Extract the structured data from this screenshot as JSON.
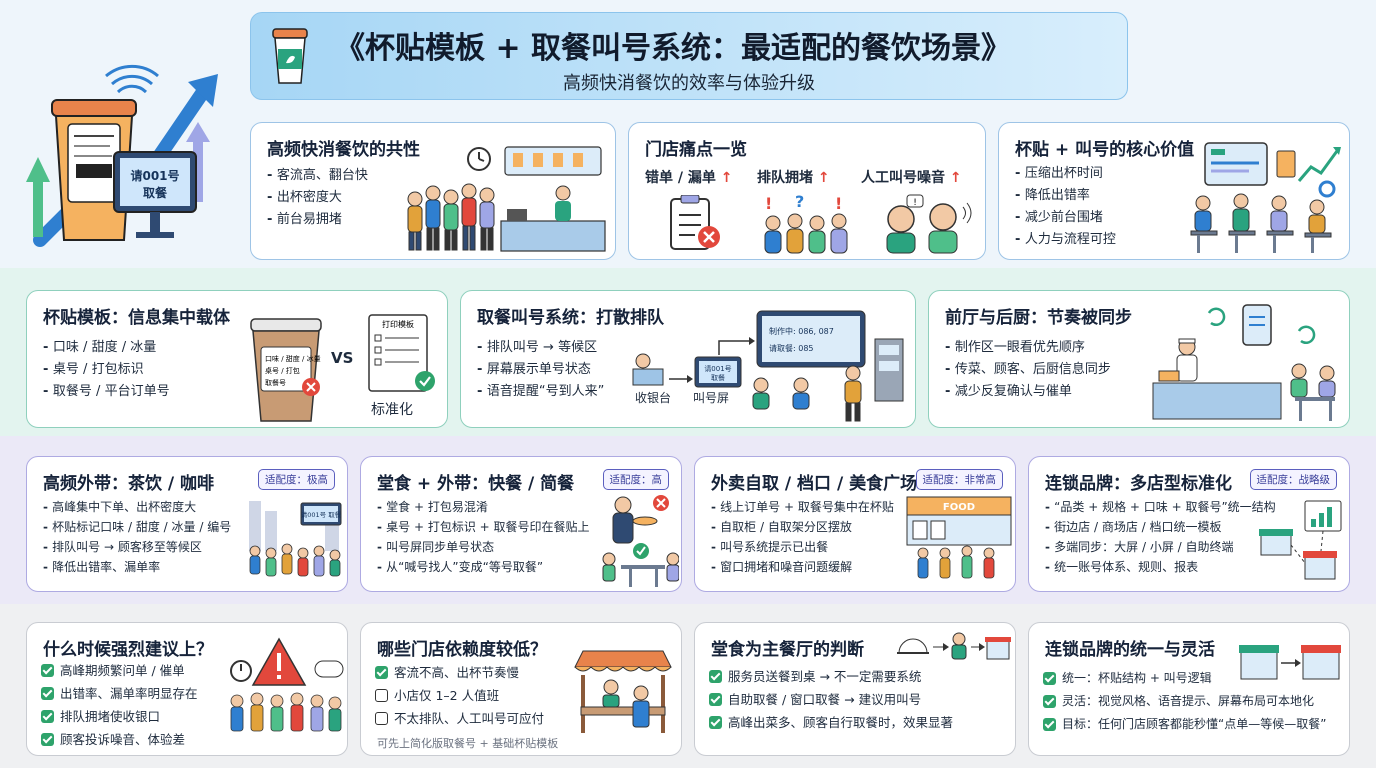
{
  "header": {
    "title": "《杯贴模板 + 取餐叫号系统：最适配的餐饮场景》",
    "subtitle": "高频快消餐饮的效率与体验升级"
  },
  "hero": {
    "screen_text": "请001号 取餐",
    "label_text": "请001号取餐"
  },
  "row1": {
    "common": {
      "title": "高频快消餐饮的共性",
      "items": [
        "客流高、翻台快",
        "出杯密度大",
        "前台易拥堵"
      ]
    },
    "pain": {
      "title": "门店痛点一览",
      "items": [
        {
          "label": "错单 / 漏单",
          "arrow": "↑"
        },
        {
          "label": "排队拥堵",
          "arrow": "↑"
        },
        {
          "label": "人工叫号噪音",
          "arrow": "↑"
        }
      ]
    },
    "value": {
      "title": "杯贴 + 叫号的核心价值",
      "items": [
        "压缩出杯时间",
        "降低出错率",
        "减少前台围堵",
        "人力与流程可控"
      ]
    }
  },
  "row2": {
    "sticker": {
      "title": "杯贴模板：信息集中载体",
      "items": [
        "口味 / 甜度 / 冰量",
        "桌号 / 打包标识",
        "取餐号 / 平台订单号"
      ],
      "vs": "VS",
      "caption": "标准化",
      "paper_title": "打印模板",
      "cup_lines": [
        "口味 / 甜度 / 冰量",
        "桌号 / 打包",
        "取餐号"
      ]
    },
    "queue": {
      "title": "取餐叫号系统：打散排队",
      "items": [
        "排队叫号 → 等候区",
        "屏幕展示单号状态",
        "语音提醒“号到人来”"
      ],
      "label_cashier": "收银台",
      "label_screen": "叫号屏",
      "screen_text": "请001号 取餐",
      "board_rows": [
        "制作中: 086, 087",
        "请取餐: 085"
      ]
    },
    "sync": {
      "title": "前厅与后厨：节奏被同步",
      "items": [
        "制作区一眼看优先顺序",
        "传菜、顾客、后厨信息同步",
        "减少反复确认与催单"
      ]
    }
  },
  "row3": {
    "tea": {
      "title": "高频外带：茶饮 / 咖啡",
      "badge": "适配度：极高",
      "items": [
        "高峰集中下单、出杯密度大",
        "杯贴标记口味 / 甜度 / 冰量 / 编号",
        "排队叫号 → 顾客移至等候区",
        "降低出错率、漏单率"
      ],
      "sign": "请001号 取餐"
    },
    "fast": {
      "title": "堂食 + 外带：快餐 / 简餐",
      "badge": "适配度：高",
      "items": [
        "堂食 + 打包易混淆",
        "桌号 + 打包标识 + 取餐号印在餐贴上",
        "叫号屏同步单号状态",
        "从“喊号找人”变成“等号取餐”"
      ]
    },
    "takeout": {
      "title": "外卖自取 / 档口 / 美食广场",
      "badge": "适配度：非常高",
      "items": [
        "线上订单号 + 取餐号集中在杯贴",
        "自取柜 / 自取架分区摆放",
        "叫号系统提示已出餐",
        "窗口拥堵和噪音问题缓解"
      ],
      "sign": "FOOD"
    },
    "chain": {
      "title": "连锁品牌：多店型标准化",
      "badge": "适配度：战略级",
      "items": [
        "“品类 + 规格 + 口味 + 取餐号”统一结构",
        "街边店 / 商场店 / 档口统一模板",
        "多端同步：大屏 / 小屏 / 自助终端",
        "统一账号体系、规则、报表"
      ]
    }
  },
  "row4": {
    "strong": {
      "title": "什么时候强烈建议上？",
      "items": [
        "高峰期频繁问单 / 催单",
        "出错率、漏单率明显存在",
        "排队拥堵使收银口",
        "顾客投诉噪音、体验差"
      ]
    },
    "low": {
      "title": "哪些门店依赖度较低？",
      "items": [
        {
          "text": "客流不高、出杯节奏慢",
          "checked": true
        },
        {
          "text": "小店仅 1–2 人值班",
          "checked": false
        },
        {
          "text": "不太排队、人工叫号可应付",
          "checked": false
        }
      ],
      "note": "可先上简化版取餐号 + 基础杯贴模板"
    },
    "dinein": {
      "title": "堂食为主餐厅的判断",
      "items": [
        "服务员送餐到桌 → 不一定需要系统",
        "自助取餐 / 窗口取餐 → 建议用叫号",
        "高峰出菜多、顾客自行取餐时，效果显著"
      ]
    },
    "unify": {
      "title": "连锁品牌的统一与灵活",
      "items": [
        "统一：杯贴结构 + 叫号逻辑",
        "灵活：视觉风格、语音提示、屏幕布局可本地化",
        "目标：任何门店顾客都能秒懂“点单—等候—取餐”"
      ]
    }
  },
  "colors": {
    "blue": "#2f7fd0",
    "teal": "#2aa37f",
    "purple": "#5b5fbf",
    "red": "#e2483c",
    "cup_orange": "#f29a3a",
    "check_green": "#2ea36b"
  }
}
